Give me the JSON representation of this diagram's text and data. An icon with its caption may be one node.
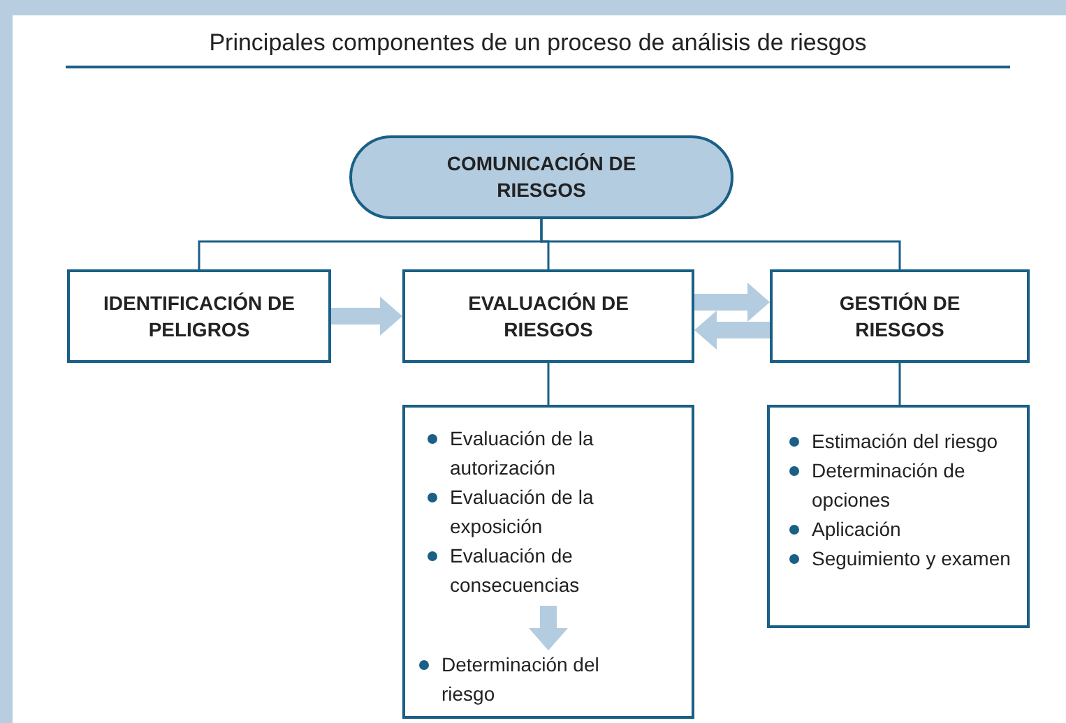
{
  "diagram": {
    "title": "Principales componentes de un proceso de análisis de riesgos",
    "nodes": [
      {
        "text": [
          "COMUNICACIÓN DE RIESGOS"
        ]
      },
      {
        "text": [
          "IDENTIFICACIÓN DE PELIGROS"
        ]
      },
      {
        "text": [
          "EVALUACIÓN DE RIESGOS"
        ]
      },
      {
        "text": [
          "GESTIÓN DE RIESGOS"
        ]
      },
      {
        "text": [],
        "shape": "box"
      },
      {
        "text": [
          "Evaluación de la autorización",
          "Evaluación de la exposición",
          "Evaluación de consecuencias"
        ],
        "in": 4
      },
      {
        "text": [
          "Determinación del riesgo"
        ],
        "in": 4
      },
      {
        "text": [
          "Estimación del riesgo",
          "Determinación de opciones",
          "Aplicación",
          "Seguimiento y examen"
        ]
      }
    ],
    "edges": [
      {
        "from": 0,
        "to": 1,
        "arrow": "none"
      },
      {
        "from": 0,
        "to": 2,
        "arrow": "none"
      },
      {
        "from": 0,
        "to": 3,
        "arrow": "none"
      },
      {
        "from": 1,
        "to": 2,
        "arrow": "to",
        "style": "thick",
        "color": "#b4cce0"
      },
      {
        "from": 2,
        "to": 3,
        "arrow": "to",
        "style": "thick",
        "color": "#b4cce0"
      },
      {
        "from": 3,
        "to": 2,
        "arrow": "to",
        "style": "thick",
        "color": "#b4cce0"
      },
      {
        "from": 2,
        "to": 4,
        "arrow": "none"
      },
      {
        "from": 3,
        "to": 7,
        "arrow": "none"
      },
      {
        "from": 5,
        "to": 6,
        "arrow": "to",
        "style": "thick",
        "color": "#b4cce0"
      }
    ]
  }
}
